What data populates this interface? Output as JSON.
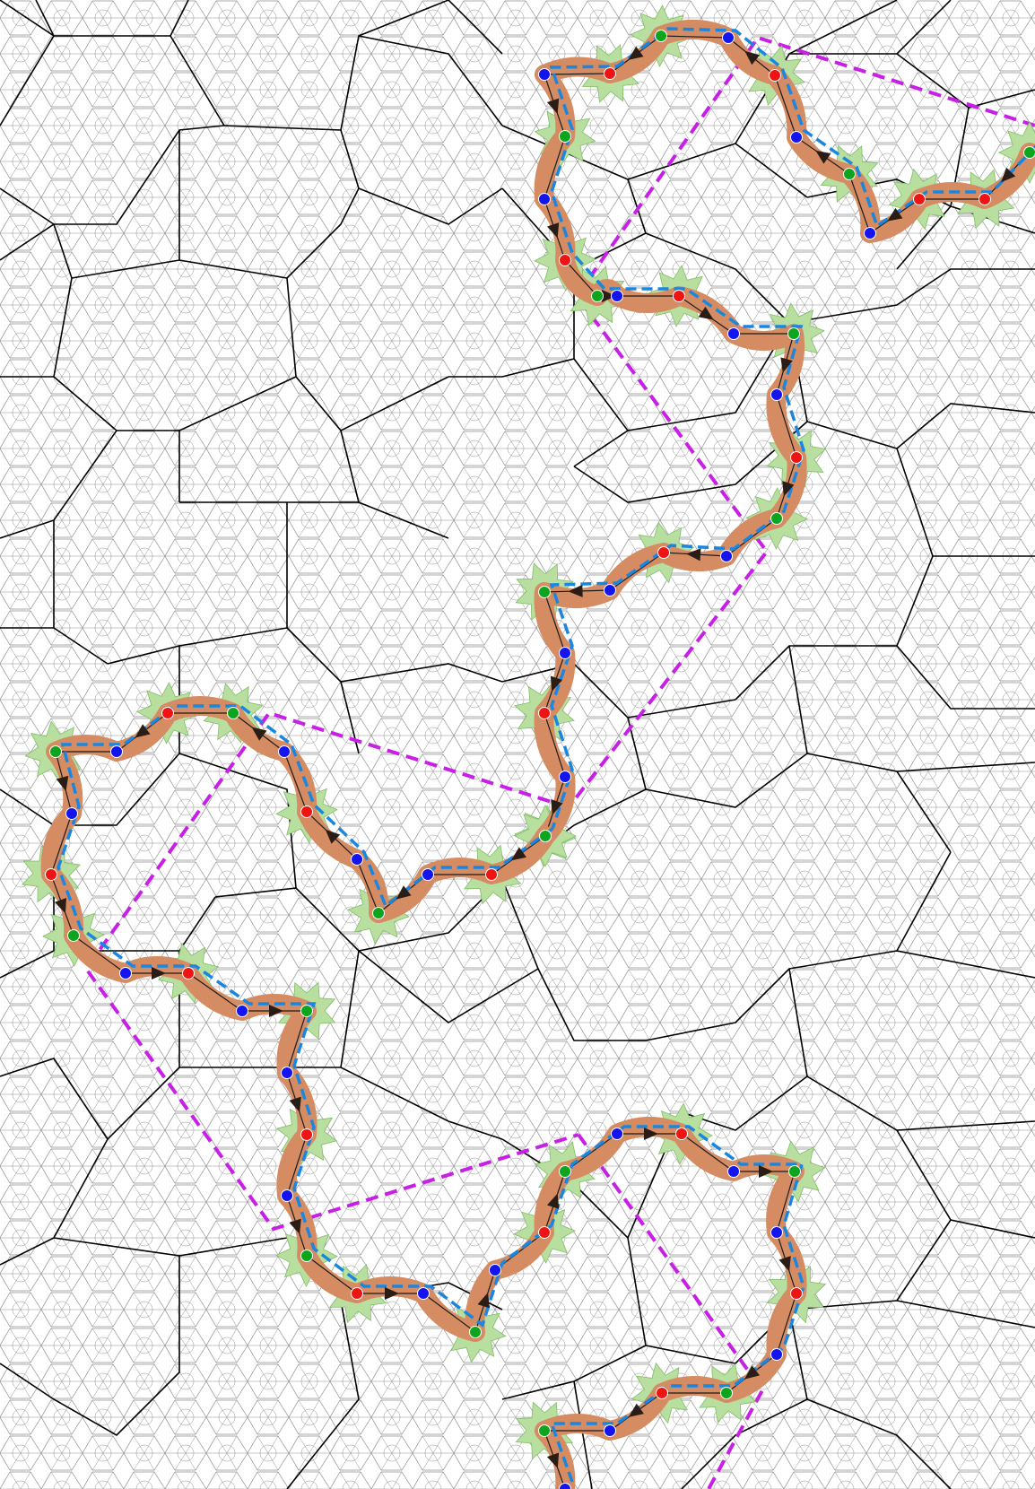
{
  "figure": {
    "kind": "aperiodic-tiling-supertile-diagram",
    "caption": ""
  },
  "colors": {
    "background": "#ffffff",
    "fine_tile_stroke": "#8e8e8e",
    "coarse_edge": "#000000",
    "band_fill": "#d58c62",
    "spike_fill": "#b8dea0",
    "spike_stroke": "#7fbf66",
    "path_dash": "#1a86e0",
    "boundary_dash": "#c81fe6",
    "wedge_fill": "#2a1d16",
    "node_red": "#ee1414",
    "node_green": "#0da51d",
    "node_blue": "#1414ee"
  },
  "legend": {
    "node_types": [
      "red",
      "green",
      "blue"
    ]
  },
  "icons": {
    "node": "circle",
    "wedge": "triangle",
    "spike": "star-spike"
  }
}
